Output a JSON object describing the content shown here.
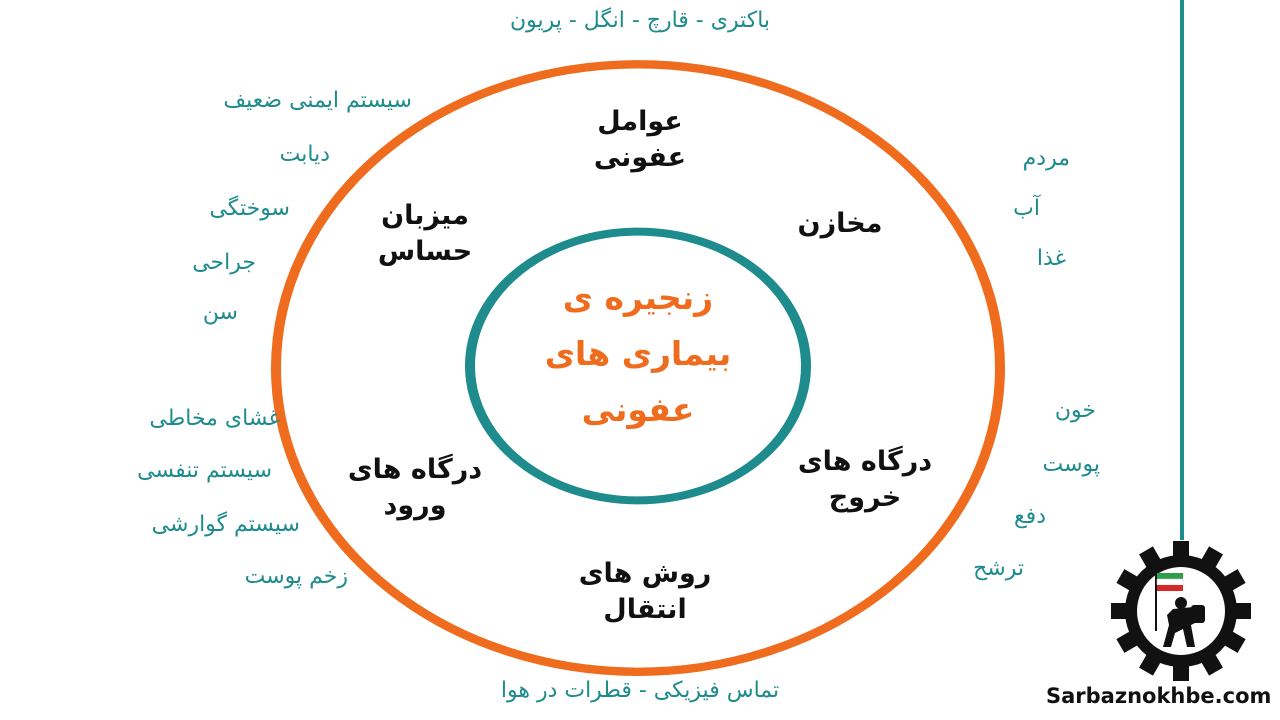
{
  "colors": {
    "outer_ring": "#ef6c1e",
    "inner_ring": "#1e8b8c",
    "factor_text": "#1e8b8c",
    "stage_text": "#111111",
    "center_text": "#ef6c1e"
  },
  "center": {
    "line1": "زنجیره ی",
    "line2": "بیماری های",
    "line3": "عفونی"
  },
  "stages": {
    "agents": {
      "line1": "عوامل",
      "line2": "عفونی"
    },
    "reservoirs": {
      "line1": "مخازن"
    },
    "exit": {
      "line1": "درگاه های",
      "line2": "خروج"
    },
    "transmission": {
      "line1": "روش های",
      "line2": "انتقال"
    },
    "entry": {
      "line1": "درگاه های",
      "line2": "ورود"
    },
    "host": {
      "line1": "میزبان",
      "line2": "حساس"
    }
  },
  "factors": {
    "agents": "باکتری - قارچ - انگل - پریون",
    "reservoirs": [
      "مردم",
      "آب",
      "غذا"
    ],
    "exit": [
      "خون",
      "پوست",
      "دفع",
      "ترشح"
    ],
    "transmission": "تماس فیزیکی  - قطرات در هوا",
    "entry": [
      "غشای مخاطی",
      "سیستم تنفسی",
      "سیستم گوارشی",
      "زخم پوست"
    ],
    "host": [
      "سیستم ایمنی ضعیف",
      "دیابت",
      "سوختگی",
      "جراحی",
      "سن"
    ]
  },
  "watermark": {
    "site": "Sarbaznokhbe.com",
    "logo_icon": "soldier-with-flag-gear-icon"
  }
}
